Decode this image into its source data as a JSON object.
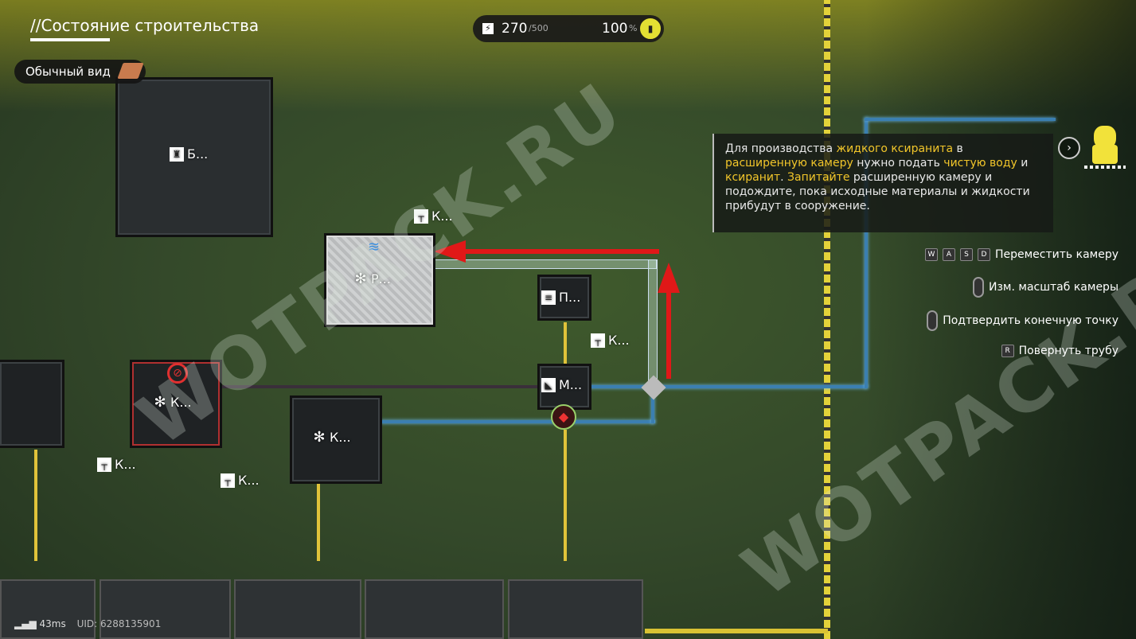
{
  "header": {
    "title": "//Состояние строительства",
    "view_button": "Обычный вид"
  },
  "power": {
    "current": "270",
    "max": "/500",
    "efficiency": "100",
    "percent_sign": "%"
  },
  "tooltip": {
    "parts": [
      {
        "t": "Для производства ",
        "h": false
      },
      {
        "t": "жидкого ксиранита",
        "h": true
      },
      {
        "t": " в ",
        "h": false
      },
      {
        "t": "расширенную камеру",
        "h": true
      },
      {
        "t": " нужно подать ",
        "h": false
      },
      {
        "t": "чистую воду",
        "h": true
      },
      {
        "t": " и ",
        "h": false
      },
      {
        "t": "ксиранит",
        "h": true
      },
      {
        "t": ". ",
        "h": false
      },
      {
        "t": "Запитайте",
        "h": true
      },
      {
        "t": " расширенную камеру и подождите, пока исходные материалы и жидкости прибудут в сооружение.",
        "h": false
      }
    ]
  },
  "controls": {
    "move_keys": [
      "W",
      "A",
      "S",
      "D"
    ],
    "move": "Переместить камеру",
    "zoom": "Изм. масштаб камеры",
    "confirm": "Подтвердить конечную точку",
    "rotate_key": "R",
    "rotate": "Повернуть трубу"
  },
  "buildings": {
    "b1": "Б...",
    "p1": "Р...",
    "k_top": "К...",
    "pr": "П...",
    "k_mid": "К...",
    "m": "М...",
    "k_left": "К...",
    "k_center": "К...",
    "k_bl1": "К...",
    "k_bl2": "К..."
  },
  "watermark": "WOTPACK.RU",
  "status": {
    "ping": "43ms",
    "uid": "UID: 6288135901"
  },
  "colors": {
    "highlight": "#f2c62a",
    "arrow": "#e01818",
    "pipe": "#3b7fb1",
    "power_line": "#e0c33a"
  }
}
